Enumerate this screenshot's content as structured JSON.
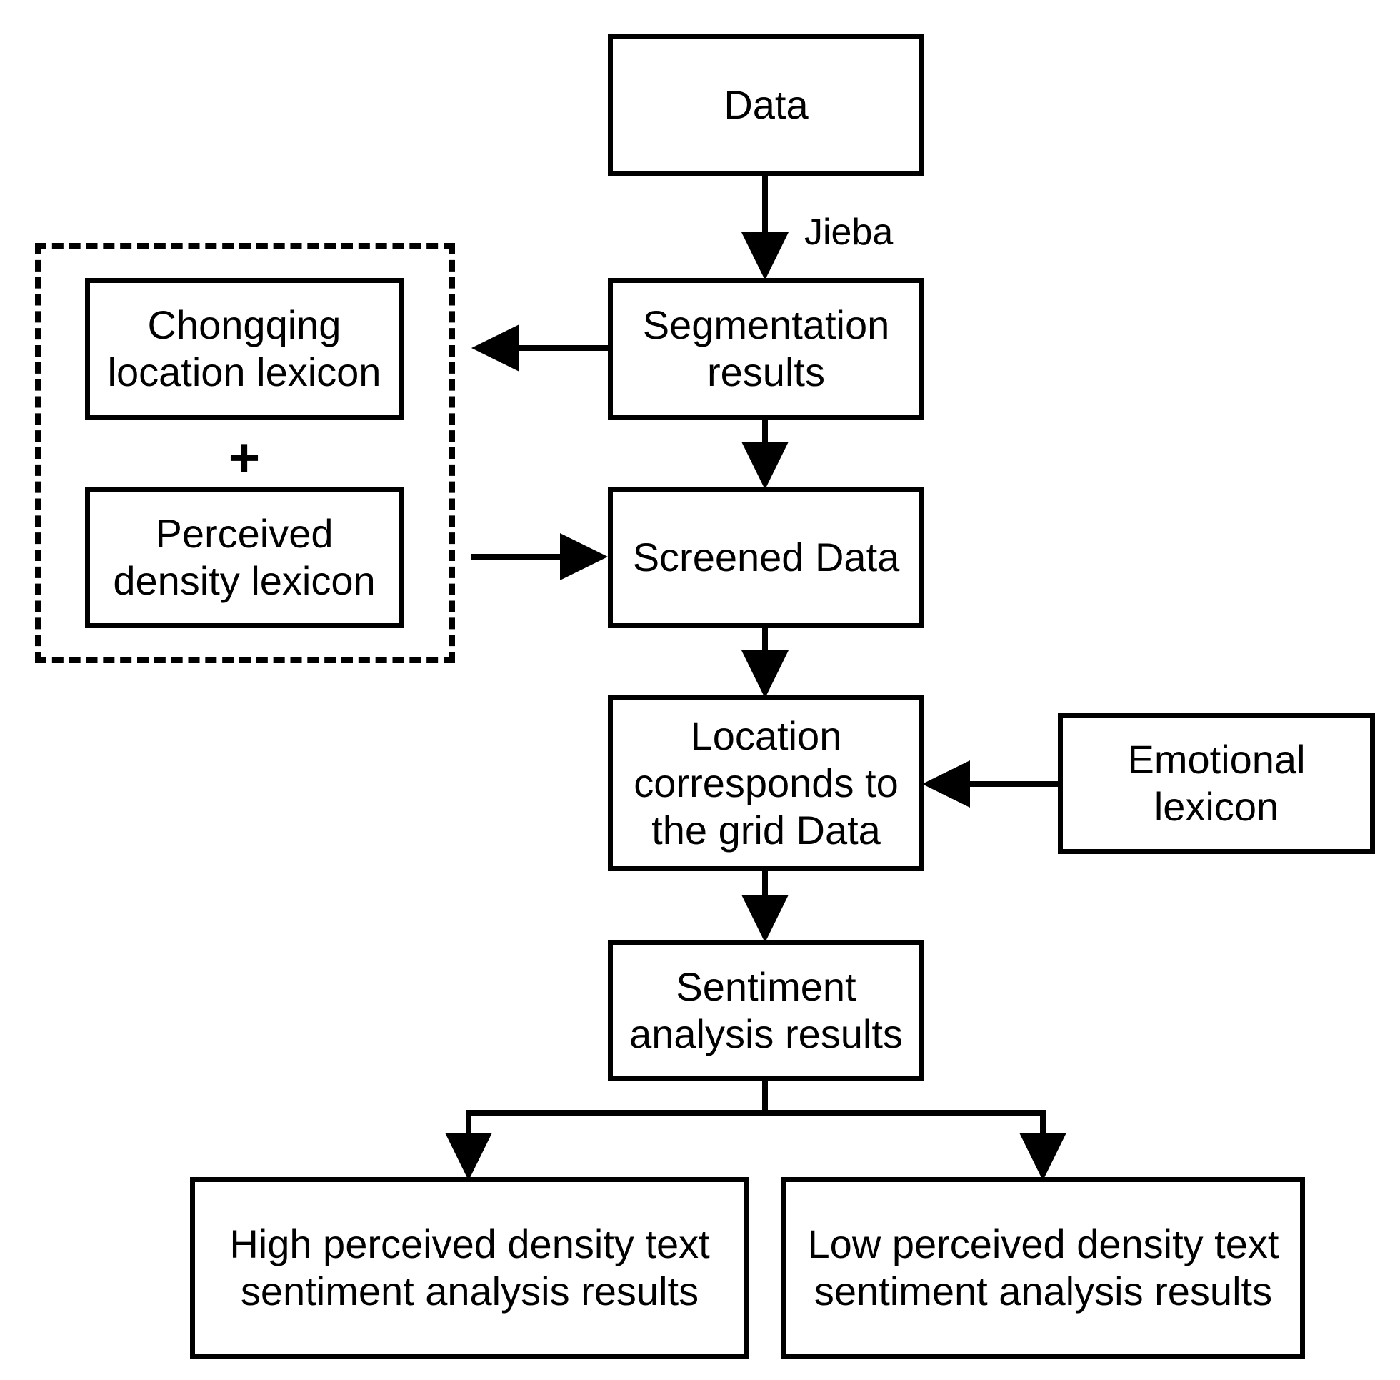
{
  "nodes": {
    "data": "Data",
    "segmentation": "Segmentation\nresults",
    "screened": "Screened Data",
    "location_grid": "Location\ncorresponds to\nthe grid Data",
    "sentiment": "Sentiment\nanalysis results",
    "high_density": "High perceived density text\nsentiment analysis results",
    "low_density": "Low perceived density text\nsentiment analysis results",
    "chongqing_lexicon": "Chongqing\nlocation lexicon",
    "perceived_lexicon": "Perceived\ndensity lexicon",
    "emotional_lexicon": "Emotional\nlexicon"
  },
  "edge_labels": {
    "jieba": "Jieba"
  },
  "operator": "+"
}
